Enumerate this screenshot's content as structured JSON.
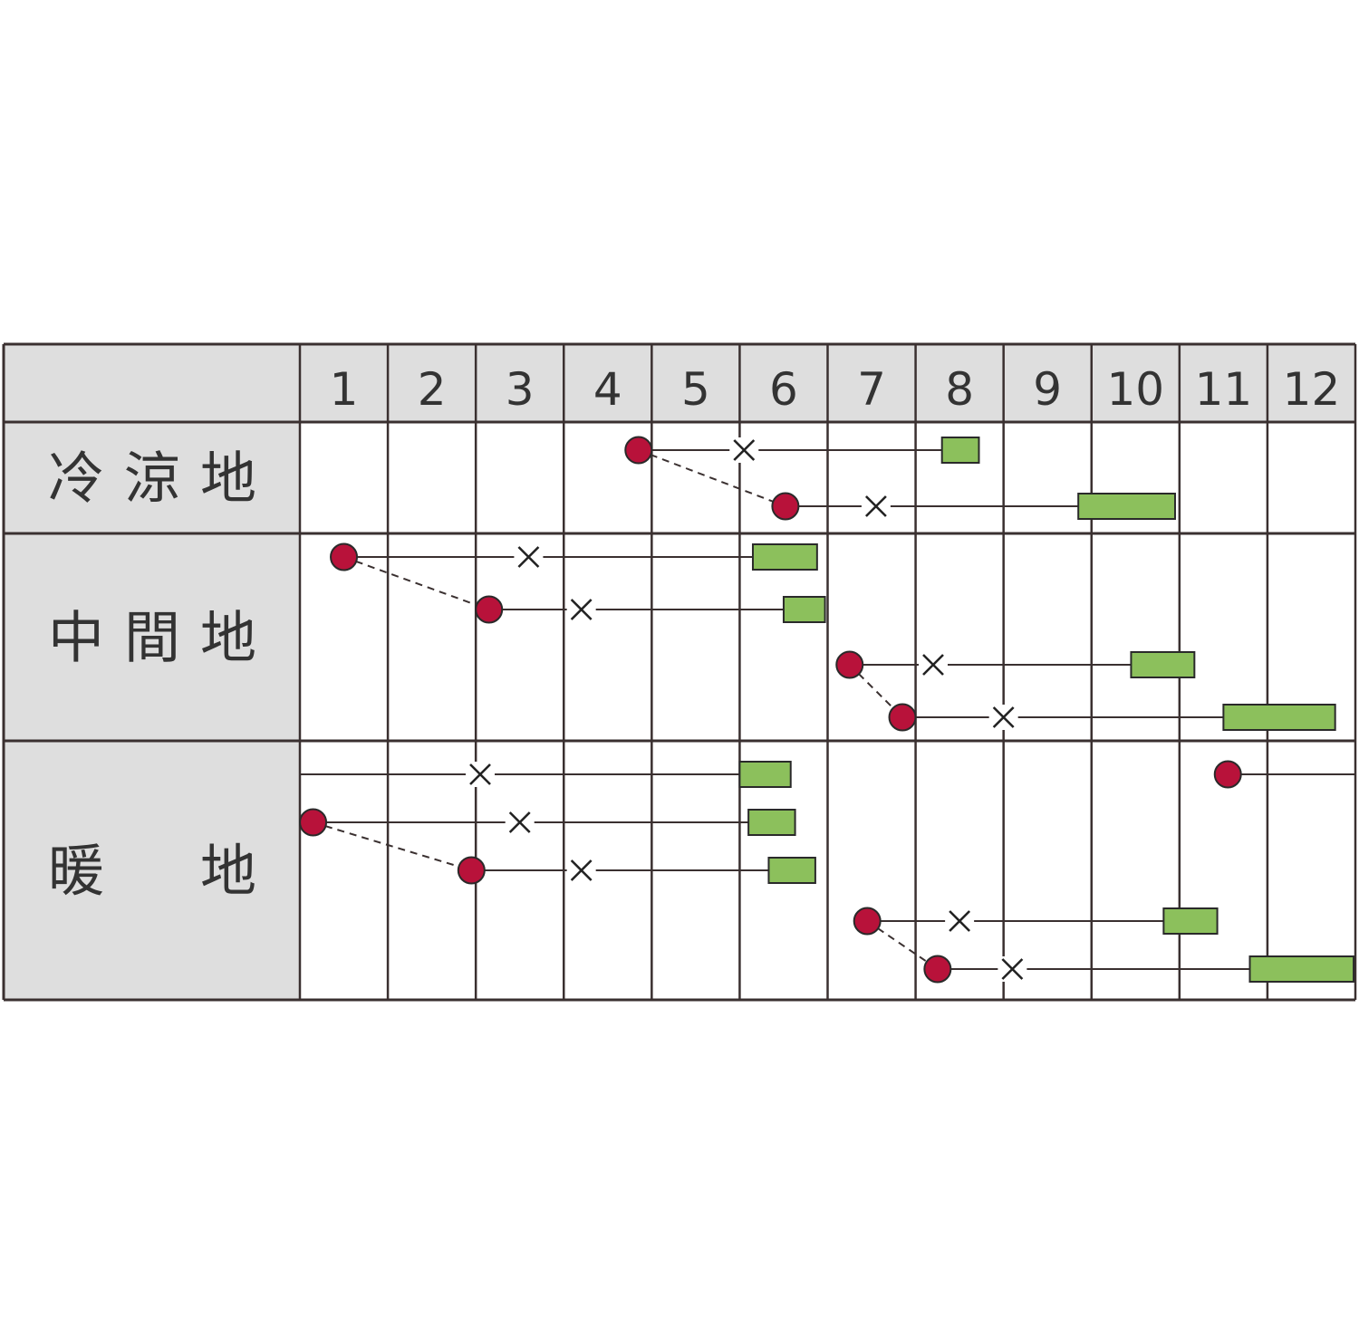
{
  "chart_data": {
    "type": "gantt",
    "months": [
      "1",
      "2",
      "3",
      "4",
      "5",
      "6",
      "7",
      "8",
      "9",
      "10",
      "11",
      "12"
    ],
    "legend_colors": {
      "sowing": "#b8123a",
      "harvest": "#8cc05c",
      "grid": "#3a3030",
      "header_bg": "#dedede"
    },
    "regions": [
      {
        "label": [
          "冷",
          "涼",
          "地"
        ],
        "rows": [
          {
            "sow": 4.85,
            "transplant": 6.05,
            "harvest": [
              8.3,
              8.72
            ]
          },
          {
            "sow": 6.52,
            "transplant": 7.55,
            "harvest": [
              9.85,
              10.95
            ]
          }
        ],
        "links": [
          [
            0,
            1
          ]
        ]
      },
      {
        "label": [
          "中",
          "間",
          "地"
        ],
        "rows": [
          {
            "sow": 1.5,
            "transplant": 3.6,
            "harvest": [
              6.15,
              6.88
            ]
          },
          {
            "sow": 3.15,
            "transplant": 4.2,
            "harvest": [
              6.5,
              6.97
            ]
          },
          {
            "sow": 7.25,
            "transplant": 8.2,
            "harvest": [
              10.45,
              11.17
            ]
          },
          {
            "sow": 7.85,
            "transplant": 9.0,
            "harvest": [
              11.5,
              12.77
            ]
          }
        ],
        "links": [
          [
            0,
            1
          ],
          [
            2,
            3
          ]
        ]
      },
      {
        "label": [
          "暖",
          "",
          "地"
        ],
        "rows": [
          {
            "sow": 11.55,
            "continues_to_next_year": true,
            "transplant": 3.05,
            "harvest": [
              6.0,
              6.58
            ]
          },
          {
            "sow": 1.15,
            "transplant": 3.5,
            "harvest": [
              6.1,
              6.63
            ]
          },
          {
            "sow": 2.95,
            "transplant": 4.2,
            "harvest": [
              6.33,
              6.86
            ]
          },
          {
            "sow": 7.45,
            "transplant": 8.5,
            "harvest": [
              10.82,
              11.43
            ]
          },
          {
            "sow": 8.25,
            "transplant": 9.1,
            "harvest": [
              11.8,
              12.98
            ]
          }
        ],
        "links": [
          [
            1,
            2
          ],
          [
            3,
            4
          ]
        ]
      }
    ]
  }
}
